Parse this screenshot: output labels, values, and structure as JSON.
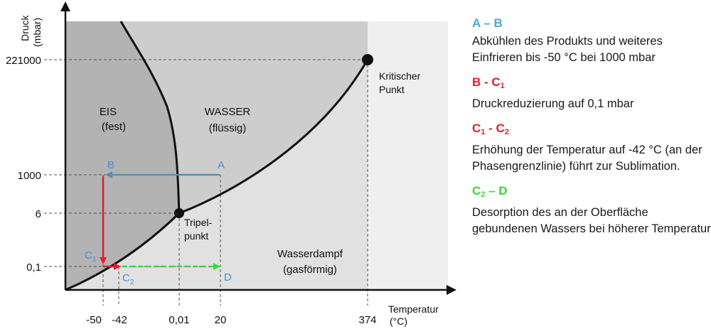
{
  "axes": {
    "y_title": "Druck",
    "y_unit": "(mbar)",
    "x_title": "Temperatur",
    "x_unit": "(°C)",
    "y_ticks": [
      "221000",
      "1000",
      "6",
      "0,1"
    ],
    "x_ticks": [
      "-50",
      "-42",
      "0,01",
      "20",
      "374"
    ]
  },
  "regions": {
    "eis": "EIS",
    "eis_sub": "(fest)",
    "wasser": "WASSER",
    "wasser_sub": "(flüssig)",
    "dampf": "Wasserdampf",
    "dampf_sub": "(gasförmig)"
  },
  "points": {
    "kritisch_1": "Kritischer",
    "kritisch_2": "Punkt",
    "tripel_1": "Tripel-",
    "tripel_2": "punkt",
    "a": "A",
    "b": "B",
    "c1": "C",
    "c1_sub": "1",
    "c2": "C",
    "c2_sub": "2",
    "d": "D"
  },
  "colors": {
    "solid": "#b3b3b3",
    "liquid": "#cdcdcd",
    "vapor": "#e1e1e1",
    "supercritical": "#efefef",
    "ab": "#5b8eb0",
    "bc": "#e11d2b",
    "cd": "#3ad83a",
    "label_blue": "#4a8fd6"
  },
  "legend": {
    "ab_title": "A – B",
    "ab_text": "Abkühlen des Produkts und weiteres Einfrieren bis -50 °C bei 1000 mbar",
    "bc1_title_main": "B - C",
    "bc1_title_sub": "1",
    "bc1_text": "Druckreduzierung auf 0,1 mbar",
    "c1c2_title_a": "C",
    "c1c2_title_a_sub": "1",
    "c1c2_title_mid": " - C",
    "c1c2_title_b_sub": "2",
    "c1c2_text": "Erhöhung der Temperatur auf -42 °C (an der Phasengrenzlinie) führt zur Sublimation.",
    "c2d_title_a": "C",
    "c2d_title_a_sub": "2",
    "c2d_title_rest": " – D",
    "c2d_text": "Desorption des an der Oberfläche gebundenen Wassers bei höherer Temperatur"
  }
}
